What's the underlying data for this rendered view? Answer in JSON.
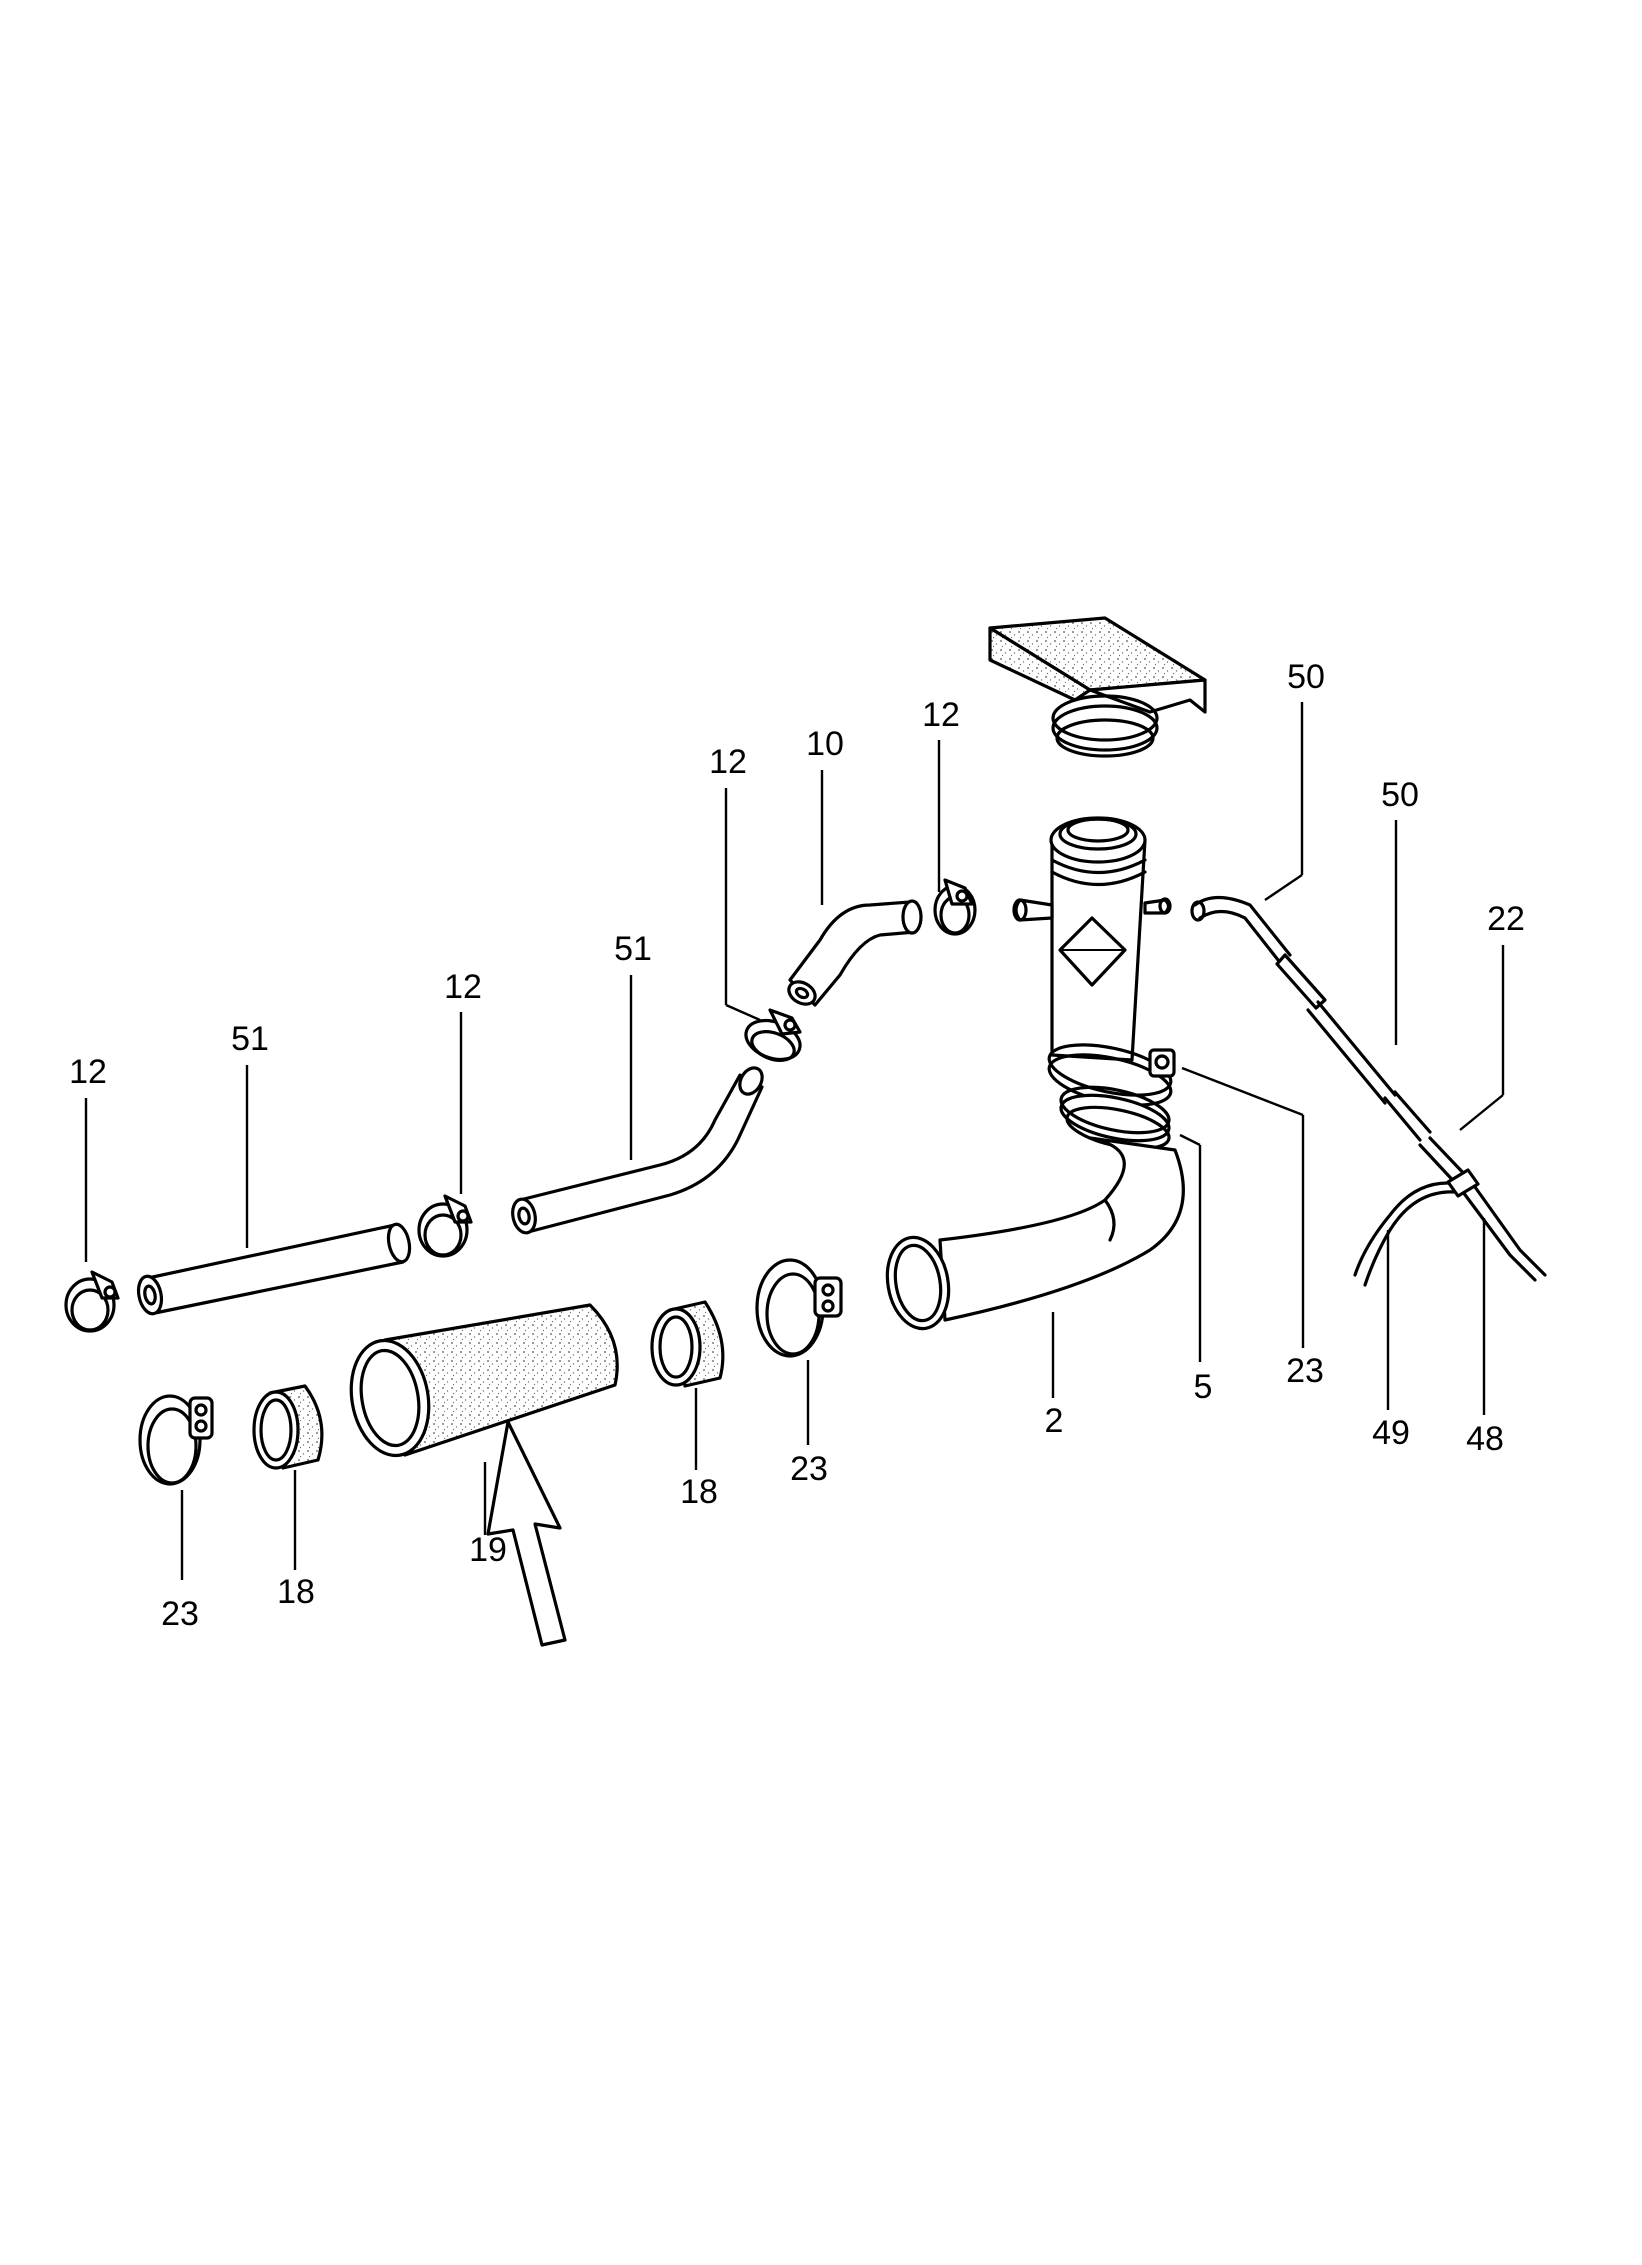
{
  "callouts": {
    "c12a": "12",
    "c51a": "51",
    "c12b": "12",
    "c51b": "51",
    "c12c": "12",
    "c10": "10",
    "c12d": "12",
    "c50a": "50",
    "c50b": "50",
    "c22": "22",
    "c23a": "23",
    "c18a": "18",
    "c19": "19",
    "c18b": "18",
    "c23b": "23",
    "c2": "2",
    "c5": "5",
    "c23c": "23",
    "c49": "49",
    "c48": "48"
  },
  "colors": {
    "line": "#000000",
    "background": "#ffffff"
  }
}
